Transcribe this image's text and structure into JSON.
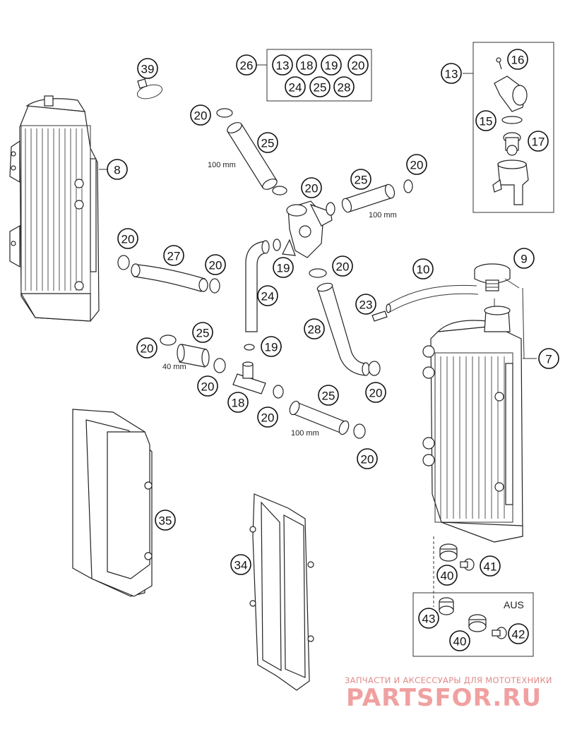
{
  "diagram": {
    "dimensions": {
      "hose_top": "100 mm",
      "hose_right": "100 mm",
      "hose_short": "40 mm",
      "hose_bottom": "100 mm"
    },
    "variant_label": "AUS",
    "callouts": {
      "c39": "39",
      "c26": "26",
      "k13": "13",
      "k18": "18",
      "k19": "19",
      "k20": "20",
      "k24": "24",
      "k25": "25",
      "k28": "28",
      "g13": "13",
      "g16": "16",
      "g15": "15",
      "g17": "17",
      "c8": "8",
      "c20a": "20",
      "c25a": "25",
      "c20b": "20",
      "c25b": "25",
      "c20c": "20",
      "c20d": "20",
      "c27": "27",
      "c20e": "20",
      "c19a": "19",
      "c20f": "20",
      "c24": "24",
      "c10": "10",
      "c9": "9",
      "c23": "23",
      "c28": "28",
      "c7": "7",
      "c20g": "20",
      "c25c": "25",
      "c19b": "19",
      "c20h": "20",
      "c18": "18",
      "c20i": "20",
      "c20j": "20",
      "c25d": "25",
      "c20k": "20",
      "c35": "35",
      "c34": "34",
      "c40a": "40",
      "c41": "41",
      "c43": "43",
      "c40b": "40",
      "c42": "42"
    },
    "icons": {
      "radiator_left": "radiator-icon",
      "radiator_right": "radiator-icon",
      "cap": "radiator-cap-icon",
      "thermostat": "thermostat-housing-icon",
      "clamp": "hose-clamp-icon"
    }
  },
  "watermark": {
    "tagline": "ЗАПЧАСТИ И АКСЕССУАРЫ ДЛЯ МОТОТЕХНИКИ",
    "brand": "PARTSFOR.RU",
    "color": "#f0a0a0"
  }
}
